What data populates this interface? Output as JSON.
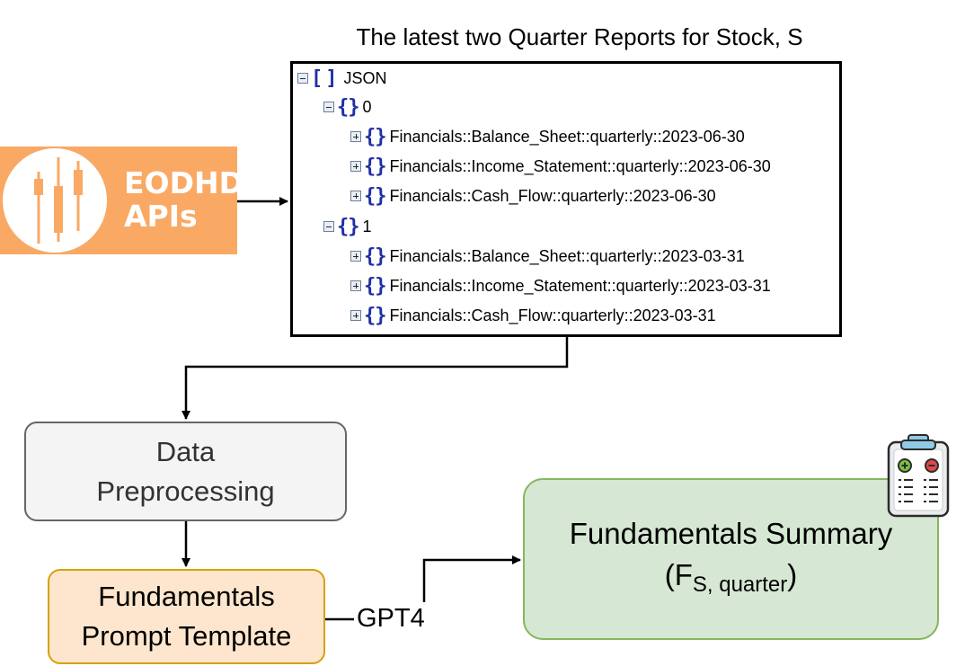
{
  "caption": "The latest two Quarter Reports for Stock, S",
  "eodhd": {
    "line1": "EODHD",
    "line2": "APIs",
    "brand_color": "#f9a964"
  },
  "json_tree": {
    "root_label": "JSON",
    "groups": [
      {
        "index": "0",
        "items": [
          "Financials::Balance_Sheet::quarterly::2023-06-30",
          "Financials::Income_Statement::quarterly::2023-06-30",
          "Financials::Cash_Flow::quarterly::2023-06-30"
        ]
      },
      {
        "index": "1",
        "items": [
          "Financials::Balance_Sheet::quarterly::2023-03-31",
          "Financials::Income_Statement::quarterly::2023-03-31",
          "Financials::Cash_Flow::quarterly::2023-03-31"
        ]
      }
    ]
  },
  "preprocessing": {
    "line1": "Data",
    "line2": "Preprocessing"
  },
  "prompt_template": {
    "line1": "Fundamentals",
    "line2": "Prompt Template"
  },
  "edge_label": "GPT4",
  "summary": {
    "title": "Fundamentals Summary",
    "symbol_open": "(F",
    "symbol_sub": "S, quarter",
    "symbol_close": ")"
  },
  "colors": {
    "preprocessing_fill": "#f4f4f4",
    "template_fill": "#fde6cd",
    "template_border": "#d4a20c",
    "summary_fill": "#d6e8d3",
    "summary_border": "#86b65e",
    "bracket": "#1f2fa3"
  },
  "icons": [
    "candlestick-chart-icon",
    "clipboard-plus-minus-icon",
    "arrow-icon"
  ]
}
